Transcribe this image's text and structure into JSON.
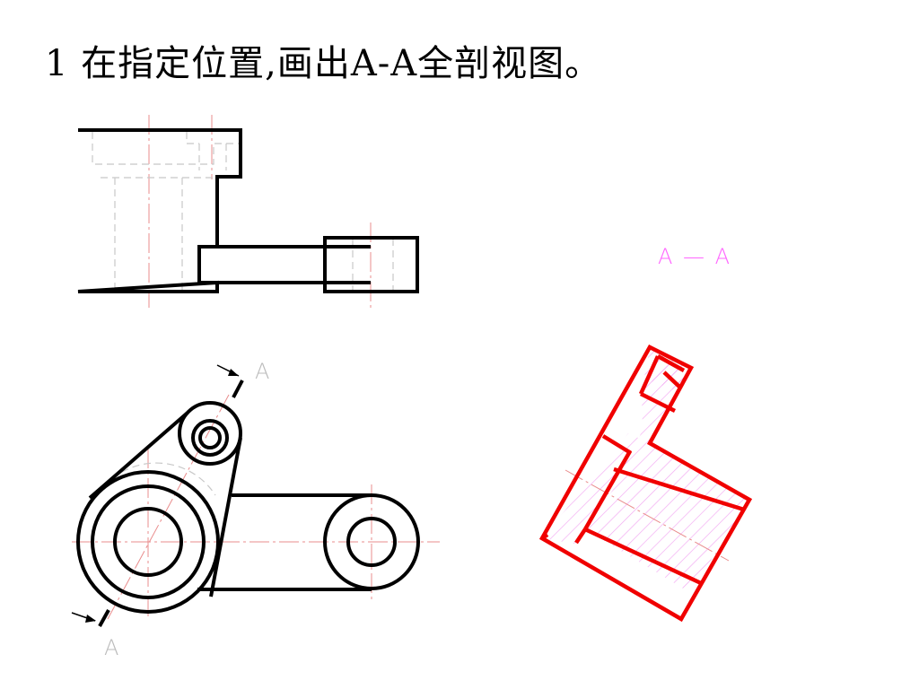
{
  "title": "1 在指定位置,画出A-A全剖视图。",
  "section_label": "A — A",
  "cut_marks": [
    "A",
    "A"
  ],
  "colors": {
    "outline": "#000000",
    "hidden_line": "#c8c8c8",
    "center_line": "#e98c8c",
    "section_outline": "#f00000",
    "hatch": "#f2a6f2",
    "section_label": "#ff66ff",
    "cut_label": "#bbbbbb"
  }
}
